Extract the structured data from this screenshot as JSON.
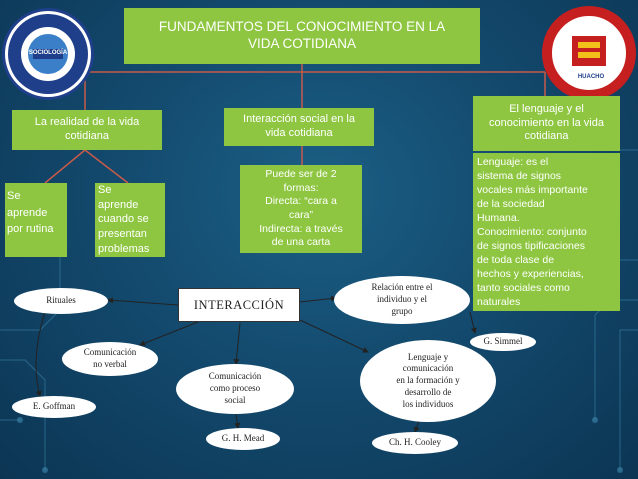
{
  "title": {
    "line1": "FUNDAMENTOS DEL CONOCIMIENTO EN LA",
    "line2": "VIDA COTIDIANA"
  },
  "branches": {
    "realidad": {
      "line1": "La realidad de la vida",
      "line2": "cotidiana"
    },
    "interaccion": {
      "line1": "Interacción social en la",
      "line2": "vida cotidiana"
    },
    "lenguaje": {
      "line1": "El lenguaje y el",
      "line2": "conocimiento en la vida",
      "line3": "cotidiana"
    }
  },
  "sub": {
    "rutina": [
      "Se",
      "aprende",
      "por rutina"
    ],
    "problemas": [
      "Se",
      "aprende",
      "cuando  se",
      "presentan",
      "problemas"
    ],
    "formas": [
      "Puede ser de 2",
      "formas:",
      "Directa: “cara a",
      "cara”",
      "Indirecta: a través",
      "de una carta"
    ],
    "definicion": [
      "Lenguaje:  es el",
      "sistema de signos",
      "vocales más importante",
      "de la sociedad",
      "Humana.",
      "Conocimiento: conjunto",
      "de signos tipificaciones",
      "de toda clase de",
      "hechos y experiencias,",
      "tanto sociales como",
      "naturales"
    ]
  },
  "concept_map": {
    "center": "INTERACCIÓN",
    "rituales": "Rituales",
    "no_verbal": [
      "Comunicación",
      "no verbal"
    ],
    "goffman": "E. Goffman",
    "proceso": [
      "Comunicación",
      "como proceso",
      "social"
    ],
    "mead": "G. H. Mead",
    "relacion": [
      "Relación entre el",
      "individuo y el",
      "grupo"
    ],
    "simmel": "G. Simmel",
    "lenguaje": [
      "Lenguaje y",
      "comunicación",
      "en la formación y",
      "desarrollo de",
      "los individuos"
    ],
    "cooley": "Ch. H. Cooley"
  },
  "colors": {
    "background": "#155277",
    "box_green": "#8ec641",
    "line": "#c65a4a"
  },
  "logos": {
    "left": {
      "text": "SOCIOLOGÍA",
      "icon": "university-seal-icon"
    },
    "right": {
      "text": "HUACHO",
      "icon": "university-seal-icon"
    }
  }
}
